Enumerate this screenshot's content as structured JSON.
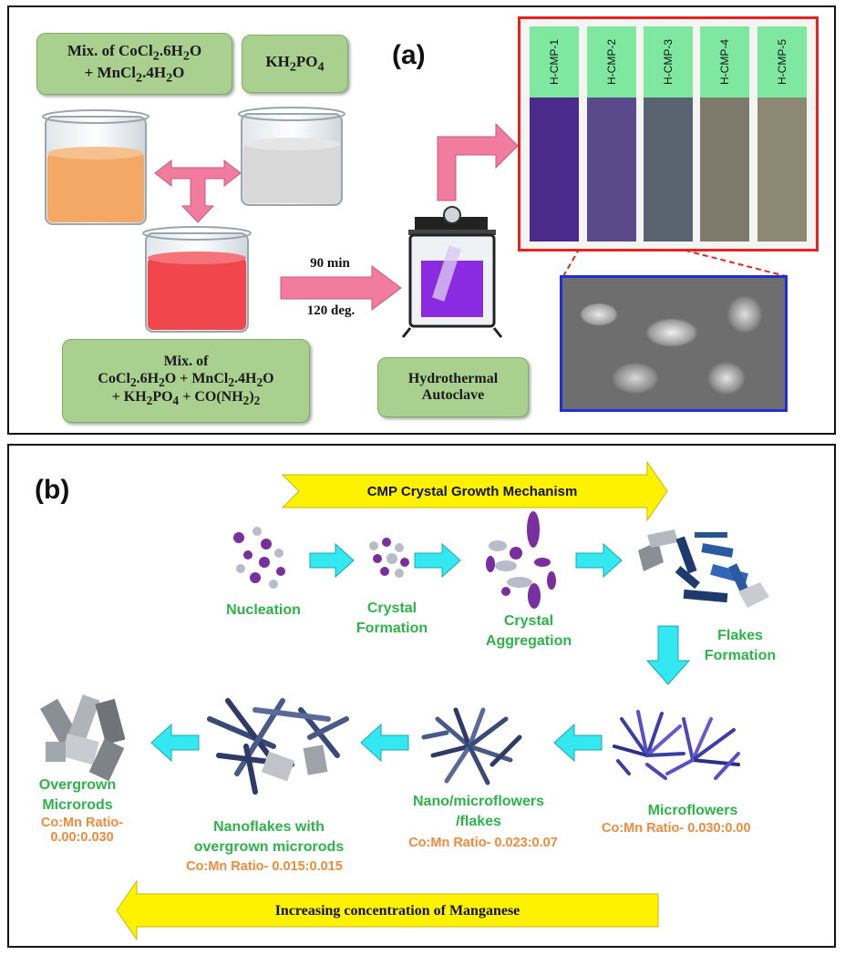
{
  "panel_a": {
    "label": "(a)",
    "box_precursor_1": [
      "Mix. of CoCl",
      "2",
      ".6H",
      "2",
      "O",
      "+ MnCl",
      "2",
      ".4H",
      "2",
      "O"
    ],
    "box_precursor_2": [
      "KH",
      "2",
      "PO",
      "4"
    ],
    "box_mixture": {
      "line1": "Mix. of",
      "line2": [
        "CoCl",
        "2",
        ".6H",
        "2",
        "O + MnCl",
        "2",
        ".4H",
        "2",
        "O"
      ],
      "line3": [
        "+ KH",
        "2",
        "PO",
        "4",
        " + CO(NH",
        "2",
        ")",
        "2"
      ]
    },
    "arrow_time": "90 min",
    "arrow_temp": "120 deg.",
    "autoclave_label_1": "Hydrothermal",
    "autoclave_label_2": "Autoclave",
    "strips": [
      {
        "label": "H-CMP-1",
        "color": "#4a2a8a"
      },
      {
        "label": "H-CMP-2",
        "color": "#5a4a8c"
      },
      {
        "label": "H-CMP-3",
        "color": "#5a6470"
      },
      {
        "label": "H-CMP-4",
        "color": "#7e7a6c"
      },
      {
        "label": "H-CMP-5",
        "color": "#8c8874"
      }
    ],
    "colors": {
      "strip_frame": "#e8231f",
      "sem_frame": "#1f2fd6",
      "beaker_orange": "#f4a866",
      "beaker_grey": "#d8d8d8",
      "beaker_red": "#f0474d",
      "autoclave_liquid": "#8a2be2",
      "pink_arrow": "#f27ca0"
    }
  },
  "panel_b": {
    "label": "(b)",
    "top_arrow_text": "CMP Crystal Growth Mechanism",
    "bottom_arrow_text": "Increasing concentration of Manganese",
    "stages": {
      "nucleation": "Nucleation",
      "crystal_formation": [
        "Crystal",
        "Formation"
      ],
      "crystal_aggregation": [
        "Crystal",
        "Aggregation"
      ],
      "flakes_formation": [
        "Flakes",
        "Formation"
      ],
      "microflowers": "Microflowers",
      "microflowers_ratio": "Co:Mn Ratio- 0.030:0.00",
      "nano_micro": [
        "Nano/microflowers",
        "/flakes"
      ],
      "nano_micro_ratio": "Co:Mn Ratio- 0.023:0.07",
      "nanoflakes": [
        "Nanoflakes with",
        "overgrown microrods"
      ],
      "nanoflakes_ratio": "Co:Mn Ratio- 0.015:0.015",
      "overgrown": [
        "Overgrown",
        "Microrods"
      ],
      "overgrown_ratio": [
        "Co:Mn Ratio-",
        "0.00:0.030"
      ]
    },
    "colors": {
      "yellow_arrow": "#fff200",
      "cyan_arrow": "#33e8f0",
      "purple": "#7a2fa0",
      "grey_dot": "#b8bcc8",
      "green_text": "#2db34a",
      "orange_text": "#f08a3c"
    }
  }
}
